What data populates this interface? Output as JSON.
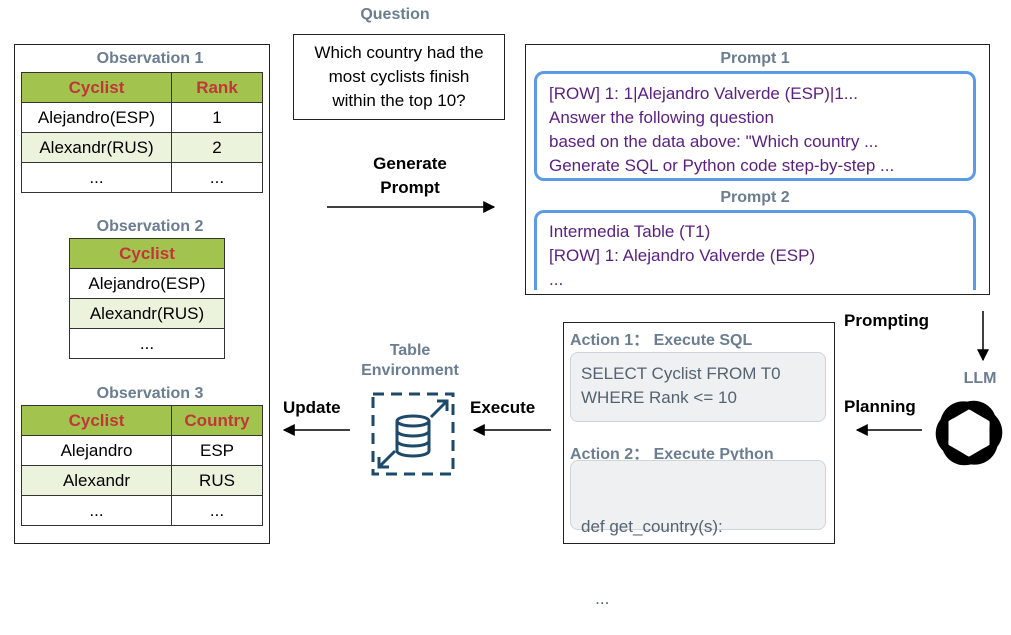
{
  "question": {
    "title": "Question",
    "lines": [
      "Which country had the",
      "most cyclists finish",
      "within the top 10?"
    ]
  },
  "observations": [
    {
      "title": "Observation 1",
      "headers": [
        "Cyclist",
        "Rank"
      ],
      "rows": [
        [
          "Alejandro(ESP)",
          "1"
        ],
        [
          "Alexandr(RUS)",
          "2"
        ],
        [
          "...",
          "..."
        ]
      ]
    },
    {
      "title": "Observation 2",
      "headers": [
        "Cyclist"
      ],
      "rows": [
        [
          "Alejandro(ESP)"
        ],
        [
          "Alexandr(RUS)"
        ],
        [
          "..."
        ]
      ]
    },
    {
      "title": "Observation 3",
      "headers": [
        "Cyclist",
        "Country"
      ],
      "rows": [
        [
          "Alejandro",
          "ESP"
        ],
        [
          "Alexandr",
          "RUS"
        ],
        [
          "...",
          "..."
        ]
      ]
    }
  ],
  "generate_prompt": [
    "Generate",
    "Prompt"
  ],
  "prompt1": {
    "title": "Prompt 1",
    "lines": [
      "[ROW] 1: 1|Alejandro Valverde (ESP)|1...",
      "Answer the following question",
      "based on the data above: \"Which country ...",
      "Generate SQL or Python code step-by-step ..."
    ]
  },
  "prompt2": {
    "title": "Prompt 2",
    "lines": [
      "Intermedia Table (T1)",
      "[ROW] 1: Alejandro Valverde (ESP)",
      "..."
    ]
  },
  "prompting": "Prompting",
  "llm": "LLM",
  "planning": "Planning",
  "action1": {
    "title": "Action 1： Execute SQL",
    "lines": [
      "SELECT Cyclist FROM T0",
      "WHERE Rank <= 10"
    ]
  },
  "action2": {
    "title": "Action 2： Execute Python",
    "lines": [
      "def get_country(s):",
      "   ..."
    ]
  },
  "execute": "Execute",
  "table_env": [
    "Table",
    "Environment"
  ],
  "update": "Update",
  "colors": {
    "header_bg": "#a2c44f",
    "header_text": "#c0373a",
    "alt_row": "#ecf3dd",
    "prompt_border": "#5b9be6",
    "prompt_text": "#5a1f80",
    "db_icon": "#1d4a6b"
  }
}
